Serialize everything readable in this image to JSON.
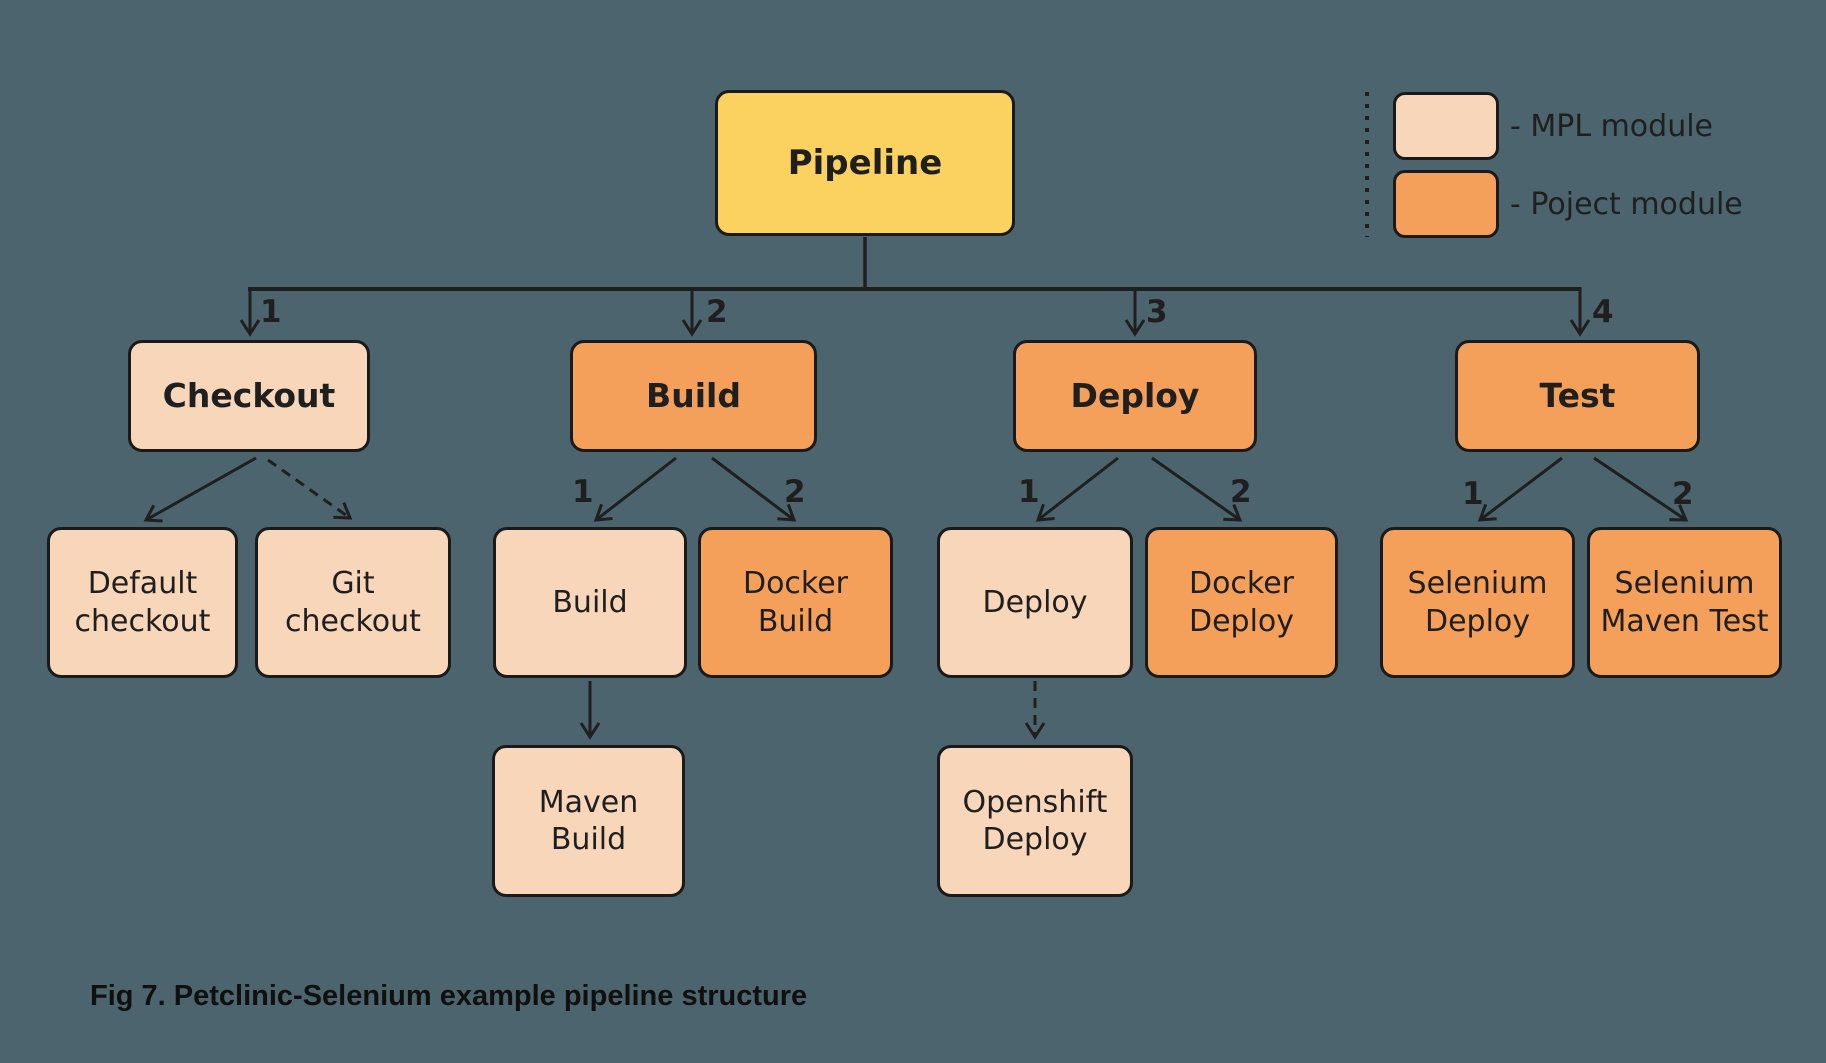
{
  "caption": "Fig 7. Petclinic-Selenium example pipeline structure",
  "legend": {
    "items": [
      {
        "id": "mpl",
        "label": "- MPL module",
        "color": "#f8d6ba"
      },
      {
        "id": "project",
        "label": "- Poject module",
        "color": "#f4a05a"
      }
    ]
  },
  "nodes": {
    "pipeline": {
      "label": "Pipeline",
      "type": "root"
    },
    "checkout": {
      "label": "Checkout",
      "type": "stage"
    },
    "build": {
      "label": "Build",
      "type": "stage"
    },
    "deploy": {
      "label": "Deploy",
      "type": "stage"
    },
    "test": {
      "label": "Test",
      "type": "stage"
    },
    "default_checkout": {
      "label": "Default\ncheckout",
      "type": "mpl-module"
    },
    "git_checkout": {
      "label": "Git\ncheckout",
      "type": "mpl-module"
    },
    "build_module": {
      "label": "Build",
      "type": "mpl-module"
    },
    "docker_build": {
      "label": "Docker\nBuild",
      "type": "project-module"
    },
    "maven_build": {
      "label": "Maven\nBuild",
      "type": "mpl-module"
    },
    "deploy_module": {
      "label": "Deploy",
      "type": "mpl-module"
    },
    "docker_deploy": {
      "label": "Docker\nDeploy",
      "type": "project-module"
    },
    "openshift_deploy": {
      "label": "Openshift\nDeploy",
      "type": "mpl-module"
    },
    "selenium_deploy": {
      "label": "Selenium\nDeploy",
      "type": "project-module"
    },
    "selenium_maven_test": {
      "label": "Selenium\nMaven Test",
      "type": "project-module"
    }
  },
  "edge_labels": {
    "pipeline_checkout": "1",
    "pipeline_build": "2",
    "pipeline_deploy": "3",
    "pipeline_test": "4",
    "build_child1": "1",
    "build_child2": "2",
    "deploy_child1": "1",
    "deploy_child2": "2",
    "test_child1": "1",
    "test_child2": "2"
  },
  "colors": {
    "background": "#4c646d",
    "pipeline_yellow": "#fbd160",
    "mpl_peach": "#f8d6ba",
    "project_orange": "#f4a05a",
    "line": "#1f1f1f"
  }
}
